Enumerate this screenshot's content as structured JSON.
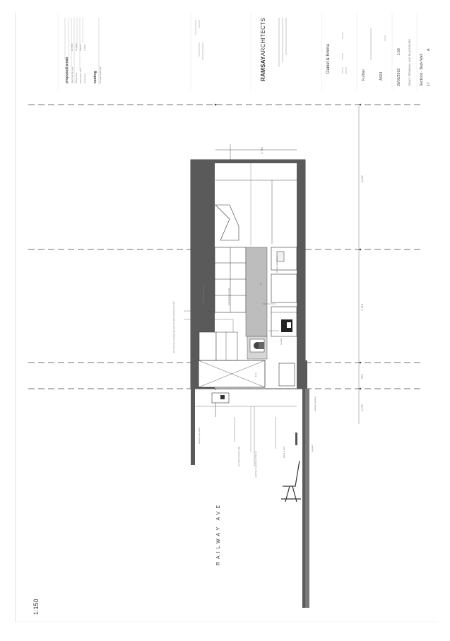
{
  "notes": {
    "proposed_areas_label": "proposed areas",
    "areas": [
      {
        "label": "total internal area",
        "value": "26.45m²"
      },
      {
        "label": "dining area",
        "value": "21.82m²"
      },
      {
        "label": "kitchen/bar area",
        "value": "1.92m²"
      },
      {
        "label": "store area",
        "value": "4.10m²"
      }
    ],
    "seating_label": "seating",
    "seating_value": "22 seats (internal)"
  },
  "title_block": {
    "brand_bold": "RAMSAY",
    "brand_light": "ARCHITECTS",
    "client": "Daniel & Emma",
    "sheet_status": "Further",
    "drawing_code": "AS03",
    "date": "30/03/2019",
    "scale": "1:50",
    "project": "DEWS TERMINAL AVE BLACKBURN",
    "drawing_title": "Sections - Back Wall",
    "sheet_no": "17",
    "revision": "A"
  },
  "drawing": {
    "street_name": "RAILWAY AVE",
    "scale_bottom": "1:150",
    "labels": {
      "bar_label": "bar",
      "store_label": "store",
      "roofing": "roofing (sub) framed",
      "wall_finishes": "wall finishes: fixed",
      "seating": "dining (wall) level",
      "counter": "counter",
      "new_fittings": "new fixtures existing wall wired to light wall fixture finish",
      "outdoor": "outdoor seating",
      "footpath": "footpath",
      "awning": "awning over entry",
      "existing_gate": "existing / hoarding in the top",
      "signage": "provided vertical sign",
      "glass": "glass in door"
    },
    "dims": {
      "d1": "4,567",
      "d2": "1,715",
      "d3": "970",
      "d4": "1,227",
      "top": "2,710"
    }
  }
}
